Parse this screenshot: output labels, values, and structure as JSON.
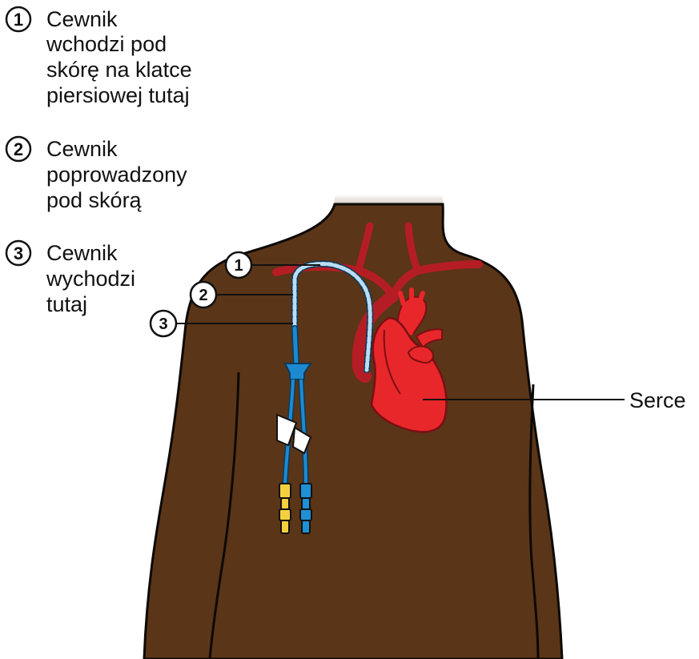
{
  "legend": [
    {
      "number": "1",
      "lines": [
        "Cewnik",
        "wchodzi pod",
        "skórę na klatce",
        "piersiowej tutaj"
      ]
    },
    {
      "number": "2",
      "lines": [
        "Cewnik",
        "poprowadzony",
        "pod skórą"
      ]
    },
    {
      "number": "3",
      "lines": [
        "Cewnik",
        "wychodzi",
        "tutaj"
      ]
    }
  ],
  "callouts": [
    "1",
    "2",
    "3"
  ],
  "labels": {
    "heart": "Serce"
  },
  "colors": {
    "skin": "#5a3517",
    "skin_outline": "#0d0905",
    "vessel": "#b51d24",
    "heart": "#e8272a",
    "catheter_tunnel": "#bcdcf3",
    "catheter": "#1d8ad0",
    "connector_yellow": "#f4d03f",
    "connector_blue": "#1f8fd6",
    "clamp": "#ffffff"
  }
}
